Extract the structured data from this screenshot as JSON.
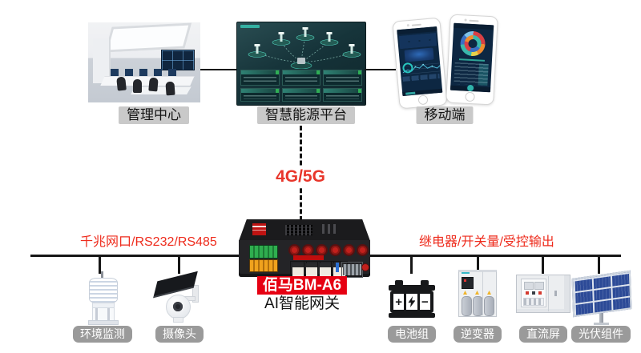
{
  "top_nodes": [
    {
      "id": "management-center",
      "label": "管理中心"
    },
    {
      "id": "energy-platform",
      "label": "智慧能源平台"
    },
    {
      "id": "mobile",
      "label": "移动端"
    }
  ],
  "uplink": {
    "label": "4G/5G"
  },
  "gateway": {
    "name": "佰马BM-A6",
    "subtitle": "AI智能网关"
  },
  "bus": {
    "left_label": "千兆网口/RS232/RS485",
    "right_label": "继电器/开关量/受控输出"
  },
  "devices": [
    {
      "id": "env-monitor",
      "label": "环境监测"
    },
    {
      "id": "camera",
      "label": "摄像头"
    },
    {
      "id": "battery",
      "label": "电池组"
    },
    {
      "id": "inverter",
      "label": "逆变器"
    },
    {
      "id": "dc-panel",
      "label": "直流屏"
    },
    {
      "id": "pv-module",
      "label": "光伏组件"
    }
  ],
  "battery_icon": {
    "plus": "+",
    "minus": "−"
  },
  "colors": {
    "red_text": "#ee2b1c",
    "gateway_tag_bg": "#e60012",
    "top_label_bg": "#c9c9c9",
    "pill_bg": "#9a9a9a",
    "line": "#161616"
  }
}
